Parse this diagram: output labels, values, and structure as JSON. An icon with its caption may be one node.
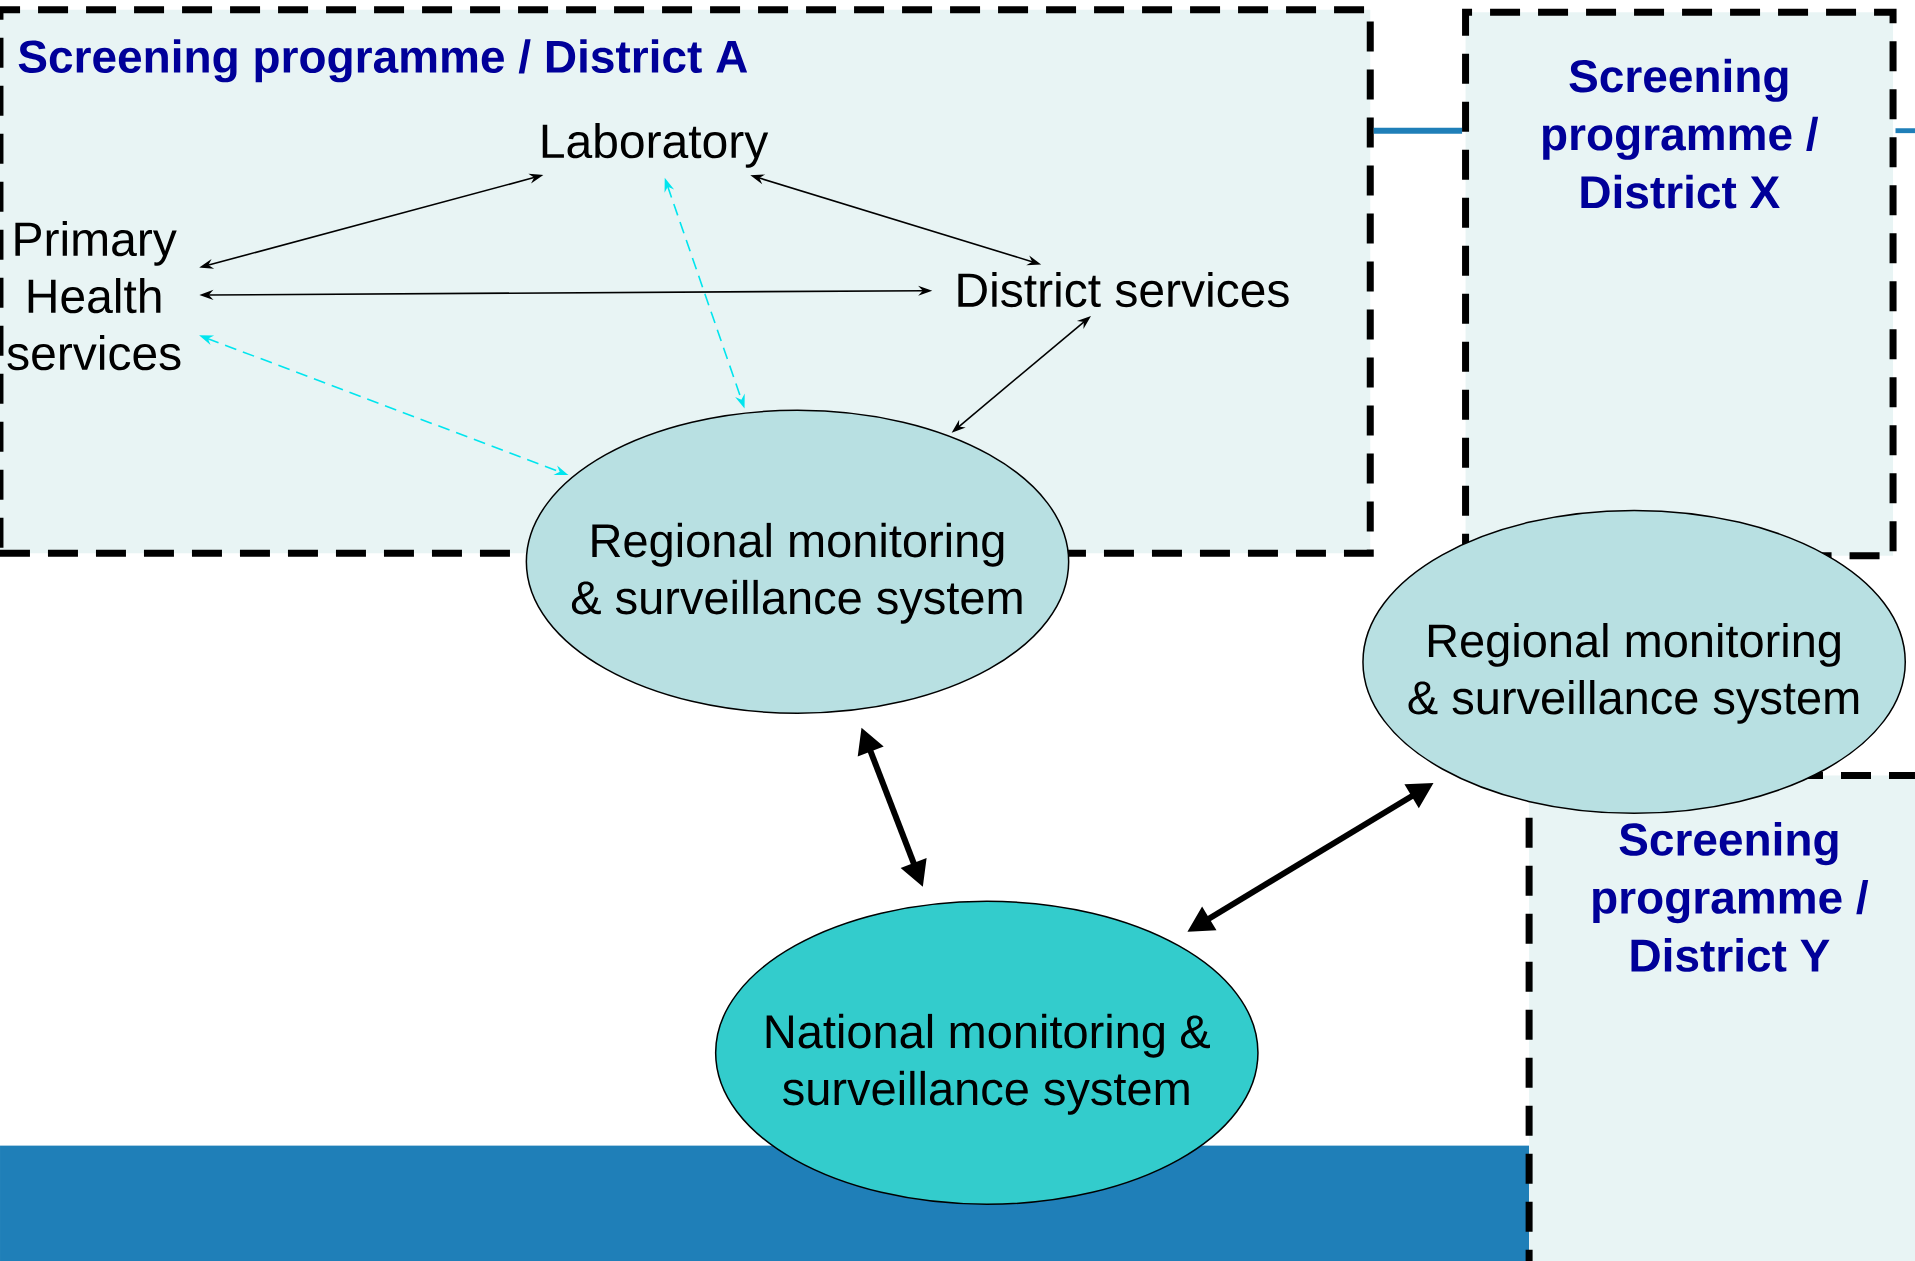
{
  "diagram": {
    "nodes": [
      {
        "text": [
          "Screening programme / District A"
        ]
      },
      {
        "text": [
          "Laboratory"
        ],
        "in": 0
      },
      {
        "text": [
          "Primary Health services"
        ],
        "in": 0
      },
      {
        "text": [
          "District services"
        ],
        "in": 0
      },
      {
        "text": [
          "Regional monitoring & surveillance system"
        ]
      },
      {
        "text": [
          "Screening programme / District X"
        ]
      },
      {
        "text": [
          "Regional monitoring & surveillance system"
        ]
      },
      {
        "text": [
          "Screening programme / District Y"
        ]
      },
      {
        "text": [
          "National monitoring & surveillance system"
        ]
      }
    ],
    "edges": [
      {
        "from": 2,
        "to": 1,
        "arrow": "both"
      },
      {
        "from": 1,
        "to": 3,
        "arrow": "both"
      },
      {
        "from": 2,
        "to": 3,
        "arrow": "both"
      },
      {
        "from": 3,
        "to": 4,
        "arrow": "both"
      },
      {
        "from": 1,
        "to": 4,
        "arrow": "both",
        "style": "dashed",
        "color": "#00e5ee"
      },
      {
        "from": 2,
        "to": 4,
        "arrow": "both",
        "style": "dashed",
        "color": "#00e5ee"
      },
      {
        "from": 4,
        "to": 8,
        "arrow": "both",
        "style": "thick"
      },
      {
        "from": 6,
        "to": 8,
        "arrow": "both",
        "style": "thick"
      },
      {
        "from": 0,
        "to": 5,
        "arrow": "none",
        "style": "thick",
        "color": "#1f7fb8"
      }
    ]
  }
}
